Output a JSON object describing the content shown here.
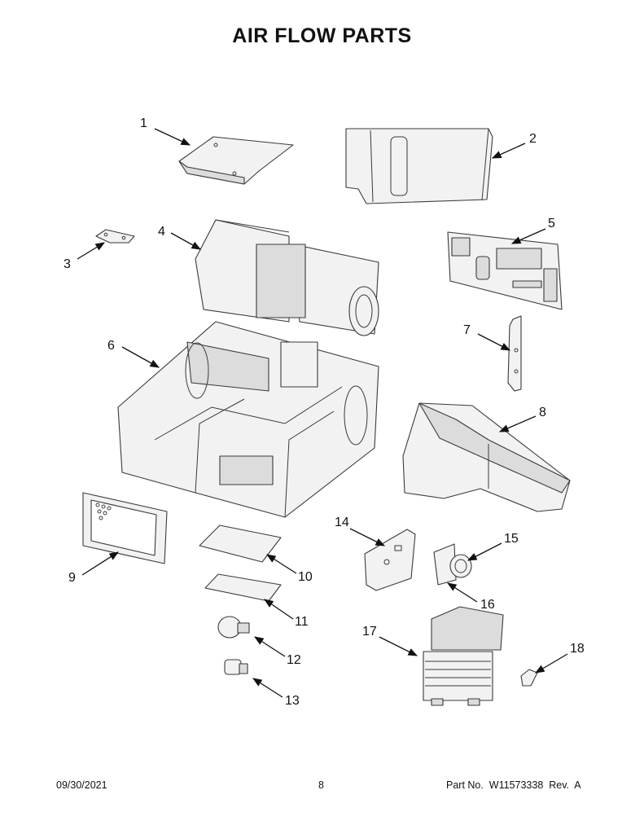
{
  "title": "AIR FLOW PARTS",
  "callouts": [
    "1",
    "2",
    "3",
    "4",
    "5",
    "6",
    "7",
    "8",
    "9",
    "10",
    "11",
    "12",
    "13",
    "14",
    "15",
    "16",
    "17",
    "18"
  ],
  "footer": {
    "date": "09/30/2021",
    "page": "8",
    "part_number": "Part No.  W11573338  Rev.  A"
  }
}
